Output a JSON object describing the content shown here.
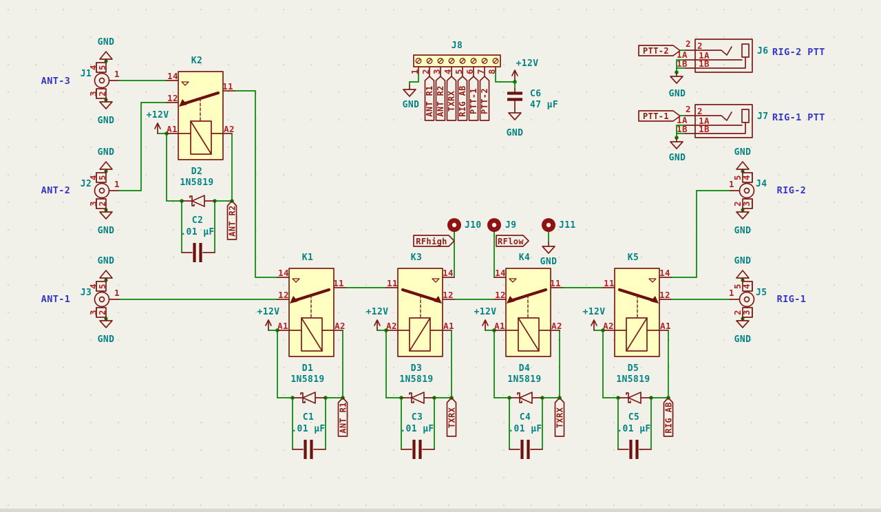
{
  "schematic": {
    "kind": "antenna-rig switching relay schematic"
  },
  "common": {
    "gnd": "GND",
    "p12v": "+12V",
    "diode_value": "1N5819",
    "cap_value": ".01 µF",
    "pin14": "14",
    "pin11": "11",
    "pin12": "12",
    "pinA1": "A1",
    "pinA2": "A2",
    "pin1": "1",
    "pin2": "2",
    "pin3": "3",
    "pin4": "4",
    "pin5": "5",
    "pin1A": "1A",
    "pin1B": "1B"
  },
  "relays": {
    "k1": "K1",
    "k2": "K2",
    "k3": "K3",
    "k4": "K4",
    "k5": "K5"
  },
  "diodes": {
    "d1": "D1",
    "d2": "D2",
    "d3": "D3",
    "d4": "D4",
    "d5": "D5"
  },
  "capacitors": {
    "c1": "C1",
    "c2": "C2",
    "c3": "C3",
    "c4": "C4",
    "c5": "C5",
    "c6": "C6",
    "c6_value": "47 µF"
  },
  "net_tags": {
    "ant_r1": "ANT_R1",
    "ant_r2": "ANT_R2",
    "txrx": "TXRX",
    "rig_ab": "RIG_AB",
    "ptt1": "PTT-1",
    "ptt2": "PTT-2",
    "rfhigh": "RFhigh",
    "rflow": "RFlow"
  },
  "connectors": {
    "j1": {
      "ref": "J1",
      "net": "ANT-3"
    },
    "j2": {
      "ref": "J2",
      "net": "ANT-2"
    },
    "j3": {
      "ref": "J3",
      "net": "ANT-1"
    },
    "j4": {
      "ref": "J4",
      "net": "RIG-2"
    },
    "j5": {
      "ref": "J5",
      "net": "RIG-1"
    },
    "j6": {
      "ref": "J6",
      "net": "RIG-2 PTT"
    },
    "j7": {
      "ref": "J7",
      "net": "RIG-1 PTT"
    },
    "j8": {
      "ref": "J8",
      "pins": [
        "1",
        "2",
        "3",
        "4",
        "5",
        "6",
        "7",
        "8"
      ]
    },
    "j9": {
      "ref": "J9"
    },
    "j10": {
      "ref": "J10"
    },
    "j11": {
      "ref": "J11"
    }
  },
  "colors": {
    "background": "#F2F1E9",
    "symbol_outline": "#7F1B17",
    "symbol_fill": "#FFFFC2",
    "wire": "#028402",
    "pin_text": "#B22222",
    "reference_text": "#038383",
    "net_label_text": "#3434C8",
    "tag_text": "#8F1D15"
  }
}
